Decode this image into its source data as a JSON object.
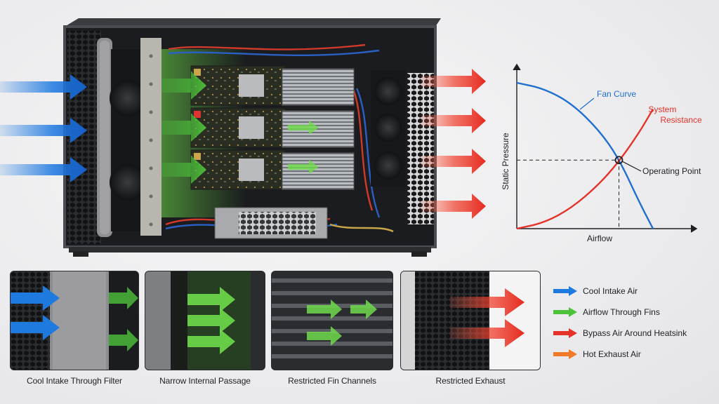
{
  "chart_data": {
    "type": "line",
    "title": "",
    "xlabel": "Airflow",
    "ylabel": "Static Pressure",
    "series": [
      {
        "name": "Fan Curve",
        "color": "#1f6fd1",
        "x": [
          0,
          0.2,
          0.4,
          0.6,
          0.75,
          0.9,
          1.0
        ],
        "y": [
          1.0,
          0.96,
          0.86,
          0.68,
          0.48,
          0.18,
          0.0
        ]
      },
      {
        "name": "System Resistance",
        "color": "#e53228",
        "x": [
          0,
          0.2,
          0.4,
          0.6,
          0.75,
          0.9,
          1.0
        ],
        "y": [
          0.0,
          0.04,
          0.14,
          0.3,
          0.46,
          0.66,
          0.82
        ]
      }
    ],
    "annotations": [
      {
        "text": "Operating Point",
        "x": 0.75,
        "y": 0.47
      }
    ],
    "grid": false
  },
  "panels": [
    {
      "caption": "Cool Intake Through Filter"
    },
    {
      "caption": "Narrow Internal Passage"
    },
    {
      "caption": "Restricted Fin Channels"
    },
    {
      "caption": "Restricted Exhaust"
    }
  ],
  "legend": [
    {
      "label": "Cool Intake Air",
      "color": "#1f7ae0",
      "icon": "blue-arrow-icon"
    },
    {
      "label": "Airflow Through Fins",
      "color": "#4cc23a",
      "icon": "green-arrow-icon"
    },
    {
      "label": "Bypass Air Around Heatsink",
      "color": "#e53228",
      "icon": "red-arrow-icon"
    },
    {
      "label": "Hot Exhaust Air",
      "color": "#f07a2a",
      "icon": "orange-arrow-icon"
    }
  ]
}
